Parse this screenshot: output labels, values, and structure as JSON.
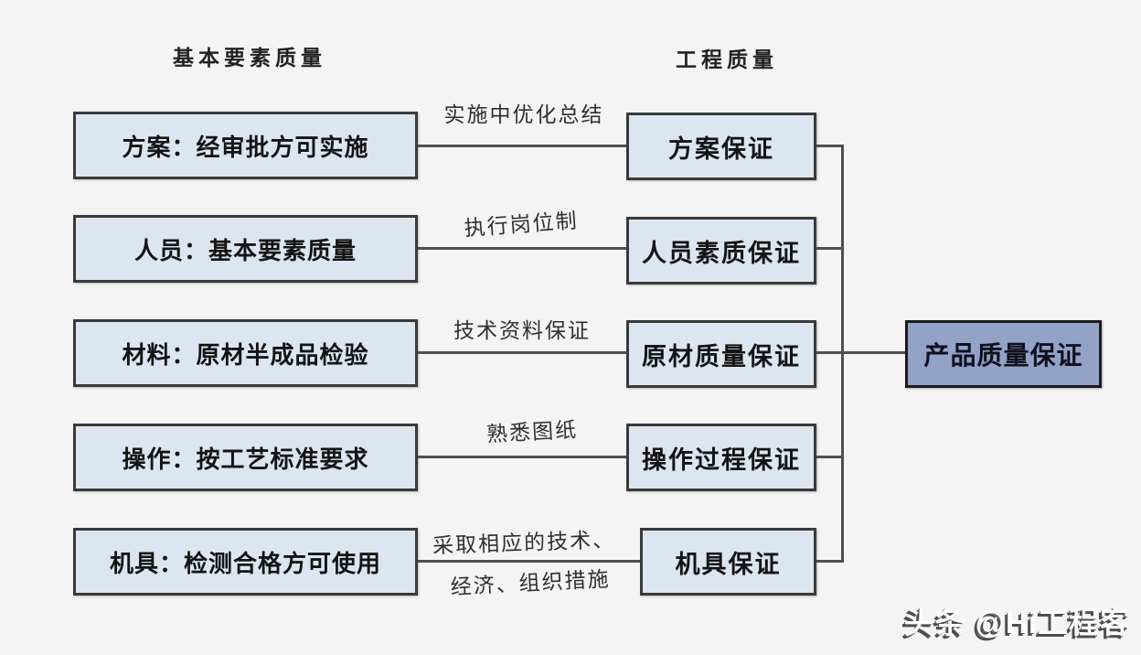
{
  "diagram": {
    "title_left_column": "基本要素质量",
    "title_right_column": "工程质量",
    "rows": [
      {
        "left_box": "方案：经审批方可实施",
        "connector_label": "实施中优化总结",
        "right_box": "方案保证"
      },
      {
        "left_box": "人员：基本要素质量",
        "connector_label": "执行岗位制",
        "right_box": "人员素质保证"
      },
      {
        "left_box": "材料：原材半成品检验",
        "connector_label": "技术资料保证",
        "right_box": "原材质量保证"
      },
      {
        "left_box": "操作：按工艺标准要求",
        "connector_label": "熟悉图纸",
        "right_box": "操作过程保证"
      },
      {
        "left_box": "机具：检测合格方可使用",
        "connector_label": "采取相应的技术、",
        "connector_label_line2": "经济、组织措施",
        "right_box": "机具保证"
      }
    ],
    "result_box": "产品质量保证",
    "watermark": "头条 @Hi工程客",
    "colors": {
      "background": "#f5f4f5",
      "box_fill": "#dce6f1",
      "result_box_fill": "#93a2c7",
      "box_border": "#3a3a3a",
      "line": "#4f4f4f"
    }
  }
}
